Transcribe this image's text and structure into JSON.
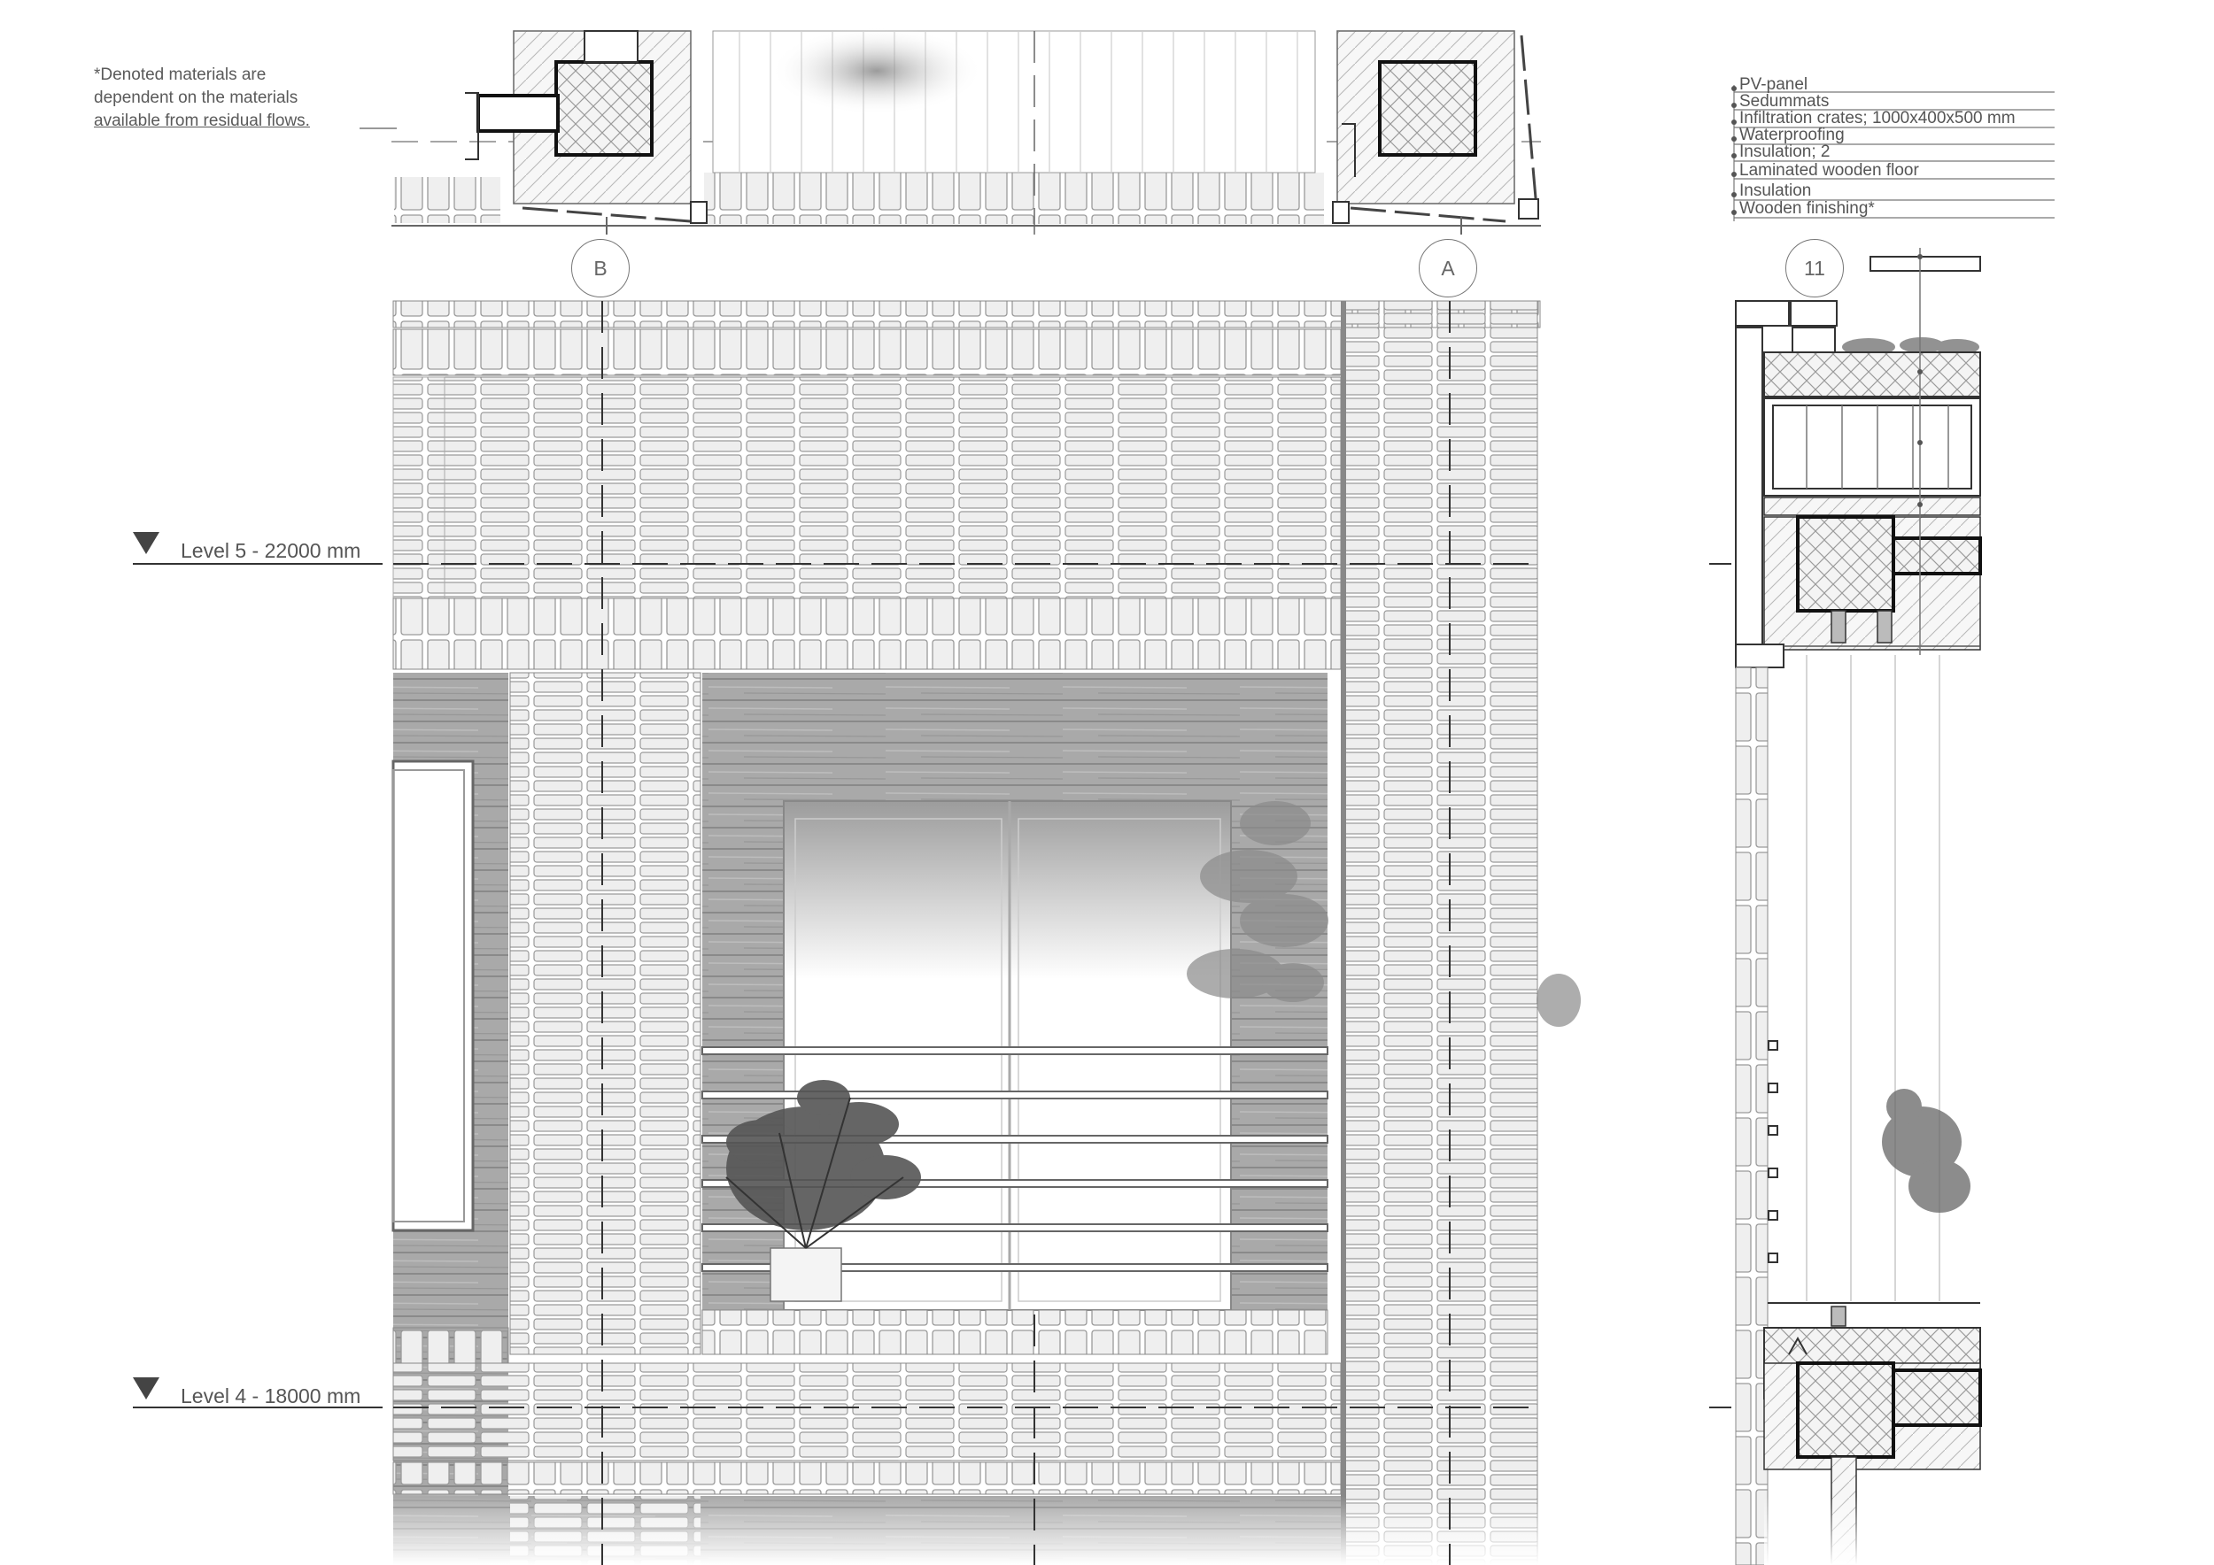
{
  "note": {
    "line1": "*Denoted materials are",
    "line2": "dependent on the materials",
    "line3": "available from residual flows."
  },
  "levels": [
    {
      "label": "Level 5 - 22000 mm"
    },
    {
      "label": "Level 4 - 18000 mm"
    }
  ],
  "grid_markers": [
    "B",
    "A",
    "11"
  ],
  "materials": [
    "PV-panel",
    "Sedummats",
    "Infiltration crates; 1000x400x500 mm",
    "Waterproofing",
    "Insulation; 2",
    "Laminated wooden floor",
    "Insulation",
    "Wooden finishing*"
  ]
}
